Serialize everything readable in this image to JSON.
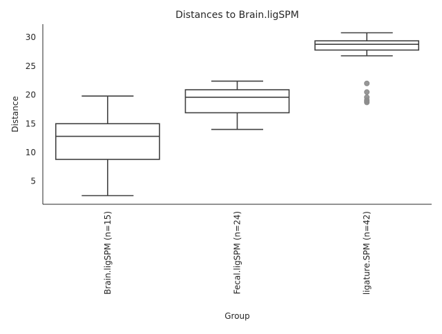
{
  "chart_data": {
    "type": "box",
    "title": "Distances to Brain.ligSPM",
    "xlabel": "Group",
    "ylabel": "Distance",
    "ylim": [
      1.0,
      32.3
    ],
    "yticks": [
      5,
      10,
      15,
      20,
      25,
      30
    ],
    "grid": false,
    "categories": [
      "Brain.ligSPM (n=15)",
      "Fecal.ligSPM (n=24)",
      "ligature.SPM (n=42)"
    ],
    "boxes": [
      {
        "whisker_low": 2.5,
        "q1": 8.8,
        "median": 12.8,
        "q3": 15.0,
        "whisker_high": 19.8,
        "outliers": []
      },
      {
        "whisker_low": 14.0,
        "q1": 16.9,
        "median": 19.6,
        "q3": 20.9,
        "whisker_high": 22.4,
        "outliers": []
      },
      {
        "whisker_low": 26.8,
        "q1": 27.8,
        "median": 28.8,
        "q3": 29.4,
        "whisker_high": 30.8,
        "outliers": [
          22.0,
          20.5,
          19.6,
          19.1,
          18.9,
          18.7
        ]
      }
    ],
    "colors": {
      "line": "#3f3f3f",
      "box_fill": "#ffffff",
      "outlier": "#8c8c8c",
      "text": "#262626"
    }
  }
}
